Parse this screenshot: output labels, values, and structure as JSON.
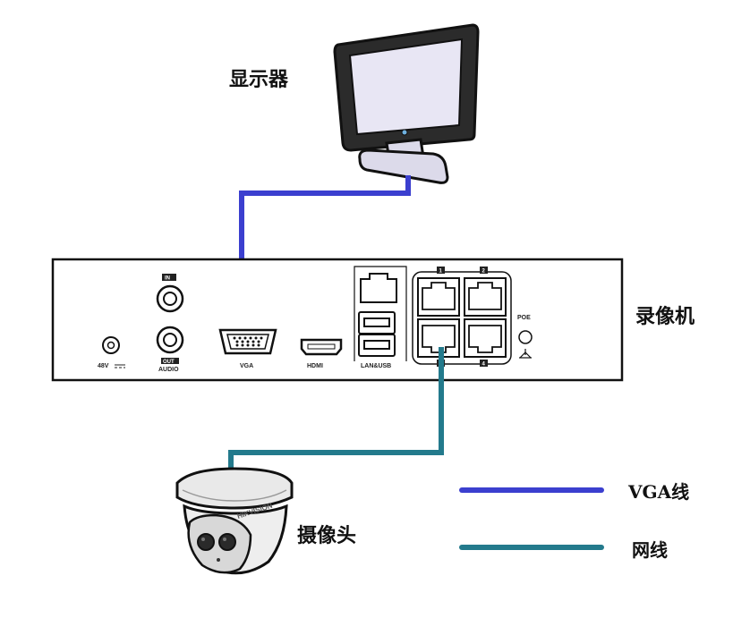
{
  "labels": {
    "monitor": "显示器",
    "recorder": "录像机",
    "camera": "摄像头"
  },
  "ports": {
    "in": "IN",
    "out": "OUT",
    "audio": "AUDIO",
    "power": "48V",
    "vga": "VGA",
    "hdmi": "HDMI",
    "lan_usb": "LAN&USB",
    "poe": "POE",
    "poe_numbers": [
      "1",
      "2",
      "3",
      "4"
    ]
  },
  "camera_brand": "HIKVISION",
  "legend": [
    {
      "label": "VGA线",
      "color": "#3b3fcf"
    },
    {
      "label": "网线",
      "color": "#237a8c"
    }
  ],
  "colors": {
    "vga_cable": "#3b3fcf",
    "network_cable": "#237a8c",
    "monitor_screen": "#e8e6f4",
    "outline": "#222222"
  }
}
